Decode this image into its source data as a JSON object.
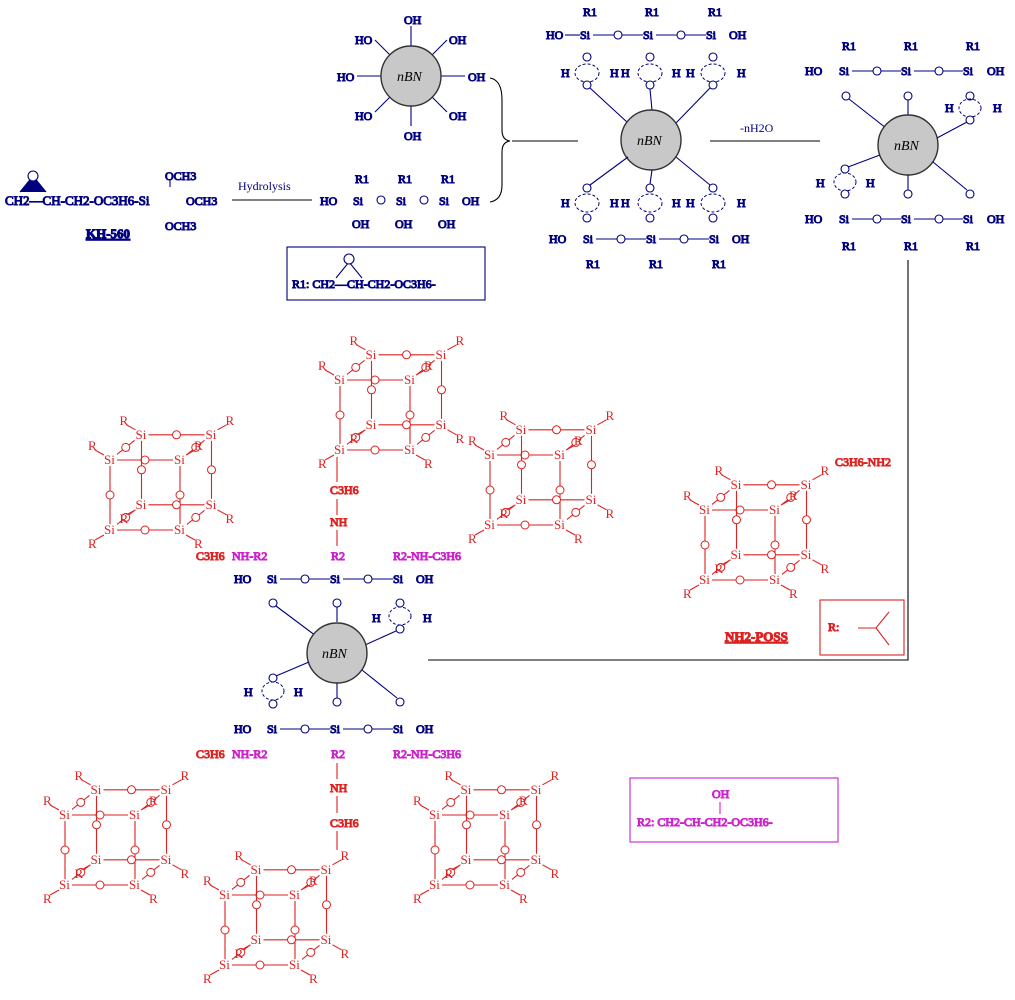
{
  "labels": {
    "kh560": "KH-560",
    "hydrolysis": "Hydrolysis",
    "dehydration": "-nH2O",
    "nh2poss": "NH2-POSS",
    "nbn": "nBN",
    "oh": "OH",
    "ho": "HO",
    "si": "Si",
    "o": "O",
    "h": "H",
    "r": "R",
    "r1": "R1",
    "r2": "R2",
    "och3": "OCH3",
    "c3h6": "C3H6",
    "nh": "NH",
    "nh_r2": "NH-R2",
    "r2_nh_c3h6": "R2-NH-C3H6",
    "c3h6_nh2": "C3H6-NH2",
    "kh560_formula": "CH2—CH-CH2-OC3H6-Si",
    "r1_def": "R1: CH2—CH-CH2-OC3H6-",
    "r_def": "R:",
    "r2_def": "R2: CH2-CH-CH2-OC3H6-",
    "r2_oh": "OH"
  },
  "colors": {
    "blue": "#000080",
    "red": "#dd2222",
    "magenta": "#cc22cc",
    "nbn_fill": "#c8c8c8"
  }
}
